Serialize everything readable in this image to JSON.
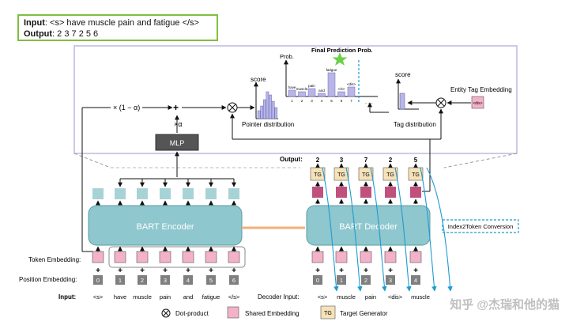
{
  "io": {
    "input_label": "Input",
    "input_text": "<s> have muscle pain and fatigue </s>",
    "output_label": "Output",
    "output_text": "2 3 7 2 5 6"
  },
  "top": {
    "final_title": "Final Prediction Prob.",
    "prob_label": "Prob.",
    "score_left": "score",
    "score_right": "score",
    "pointer_dist": "Pointer distribution",
    "tag_dist": "Tag distribution",
    "entity_tag_embedding": "Entity Tag Embedding",
    "dis_tag": "<dis>",
    "times_one_minus_alpha": "× (1 − α)",
    "times_alpha": "×α",
    "plus": "+",
    "prob_bar_labels": [
      "have",
      "muscle",
      "pain",
      "and",
      "fatigue",
      "</s>",
      "<dis>"
    ],
    "prob_axis_ticks": [
      "1",
      "2",
      "3",
      "4",
      "5",
      "6",
      "7"
    ],
    "prob_dots": ". . .",
    "mlp": "MLP"
  },
  "decoder_top": {
    "output_label": "Output:",
    "output_values": [
      "2",
      "3",
      "7",
      "2",
      "5"
    ],
    "tg_label": "TG"
  },
  "encoder": {
    "label": "BART Encoder"
  },
  "decoder": {
    "label": "BART Decoder"
  },
  "index2token": "Index2Token Conversion",
  "left_labels": {
    "token_embedding": "Token Embedding:",
    "position_embedding": "Position Embedding:",
    "input": "Input:"
  },
  "encoder_positions": [
    "0",
    "1",
    "2",
    "3",
    "4",
    "5",
    "6"
  ],
  "encoder_inputs": [
    "<s>",
    "have",
    "muscle",
    "pain",
    "and",
    "fatigue",
    "</s>"
  ],
  "decoder_positions": [
    "0",
    "1",
    "2",
    "3",
    "4"
  ],
  "decoder_input_label": "Decoder Input:",
  "decoder_inputs": [
    "<s>",
    "muscle",
    "pain",
    "<dis>",
    "muscle"
  ],
  "legend": {
    "dot_product": "Dot-product",
    "shared_embedding": "Shared Embedding",
    "tg": "TG",
    "target_generator": "Target Generator"
  },
  "watermark": "知乎 @杰瑞和他的猫",
  "colors": {
    "encoder": "#8ec7cd",
    "teal_sq": "#a7d3d6",
    "pink_sq": "#f3b2c9",
    "dark_pink": "#c0517c",
    "tg": "#f6e2b8",
    "mlp": "#555555",
    "arrow_blue": "#1f9bd1",
    "green_border": "#7fbf3f",
    "orange": "#f0b27a",
    "gray_pos": "#7f7f7f"
  }
}
